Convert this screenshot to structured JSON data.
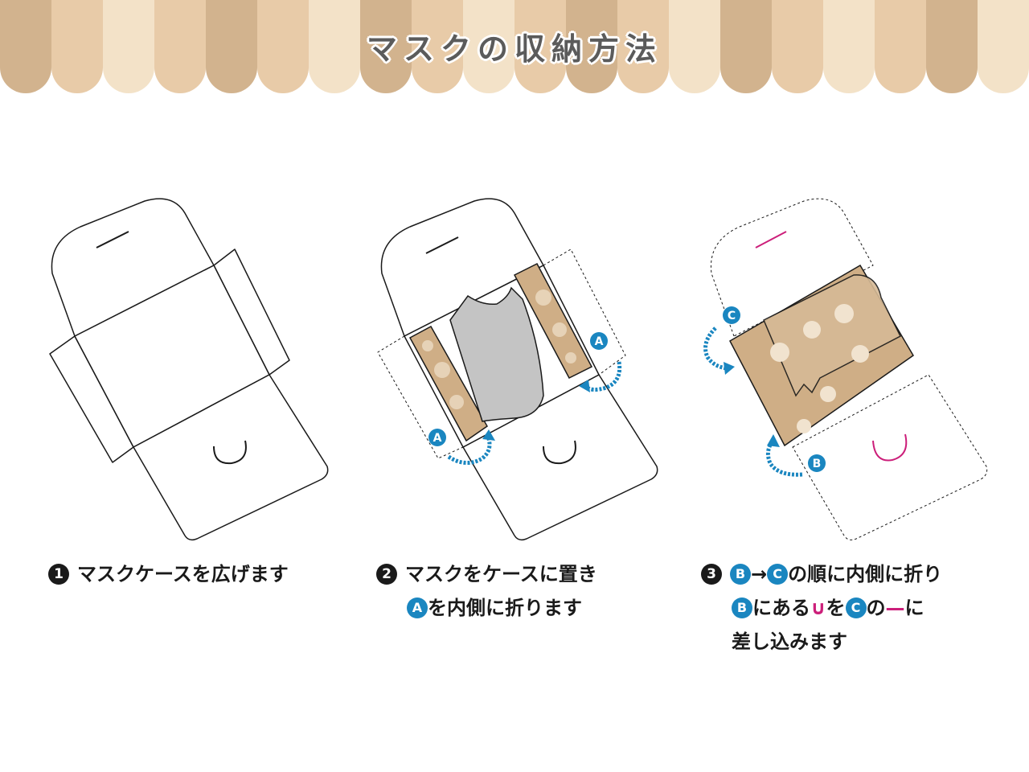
{
  "title": "マスクの収納方法",
  "colors": {
    "accent_blue": "#1a86c0",
    "magenta": "#cc1f7a",
    "awning_stripes": [
      "#d2b38e",
      "#e8cba8",
      "#f3e2c8"
    ]
  },
  "diagrams": [
    {
      "label": ""
    },
    {
      "badges": [
        "A",
        "A"
      ]
    },
    {
      "badges": [
        "C",
        "B"
      ]
    }
  ],
  "steps": [
    {
      "number": "1",
      "lines": [
        "マスクケースを広げます"
      ]
    },
    {
      "number": "2",
      "lines": [
        "マスクをケースに置き",
        "を内側に折ります"
      ],
      "badge": "A"
    },
    {
      "number": "3",
      "line1": {
        "b": "B",
        "arrow": "→",
        "c": "C",
        "text": "の順に内側に折り"
      },
      "line2": {
        "b": "B",
        "text1": "にある",
        "u": "∪",
        "text2": "を",
        "c": "C",
        "text3": "の",
        "dash": "—",
        "text4": "に"
      },
      "line3": "差し込みます"
    }
  ]
}
